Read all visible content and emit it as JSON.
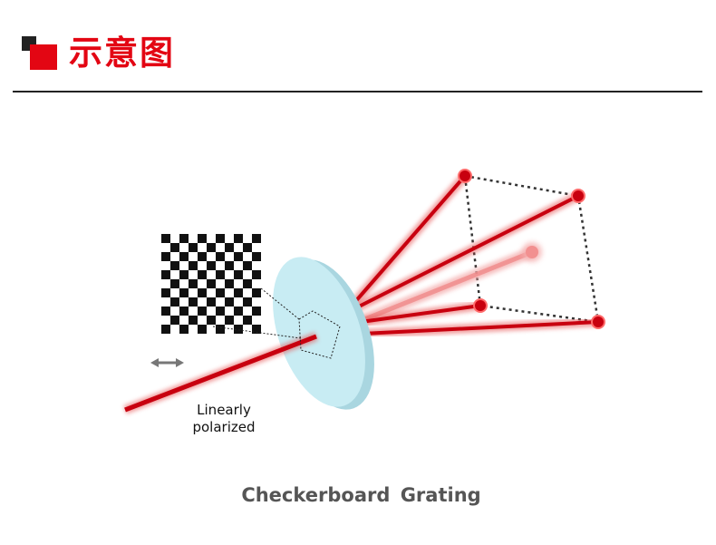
{
  "header": {
    "title": "示意图"
  },
  "diagram": {
    "input_label_line1": "Linearly",
    "input_label_line2": "polarized",
    "caption": "Checkerboard  Grating",
    "checkerboard": {
      "rows": 11,
      "cols": 11
    },
    "colors": {
      "accent": "#e30613",
      "beam": "#c8000f",
      "beam_faint": "#f3a6a6",
      "grating": "#c8ecf3",
      "grating_edge": "#a9d6e0",
      "checker": "#111111",
      "arrow": "#777777",
      "dotted": "#333333"
    },
    "icons": {
      "polarization": "double-arrow-icon"
    }
  }
}
